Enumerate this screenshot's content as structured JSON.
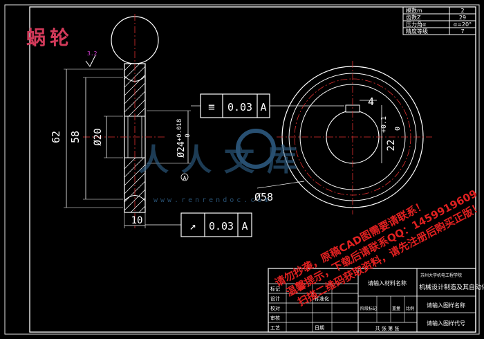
{
  "title_stamp": "蜗轮",
  "surface_finish": "3.2",
  "params": [
    {
      "label": "模数m",
      "value": "2"
    },
    {
      "label": "齿数Z",
      "value": "29"
    },
    {
      "label": "压力角α",
      "value": "α=20°"
    },
    {
      "label": "精度等级",
      "value": "7"
    }
  ],
  "dimensions": {
    "d62": "62",
    "d58": "58",
    "d20": "Ø20",
    "tol_upper": "+0.018",
    "tol_lower": "0",
    "d24": "Ø24",
    "w10": "10",
    "d58b": "Ø58",
    "k4": "4",
    "k22": "22",
    "k_tol": "+0.1",
    "k_tol2": "0"
  },
  "datum_label": "A",
  "frames": [
    {
      "symbol": "≡",
      "value": "0.03",
      "datum": "A"
    },
    {
      "symbol": "↗",
      "value": "0.03",
      "datum": "A"
    }
  ],
  "watermark": {
    "logo": "人人文库",
    "url": "www.renrendoc.com",
    "red_lines": [
      "请勿抄袭，原稿CAD图需要请联系！",
      "温馨提示，下载后请联系QQ：1459919609",
      "扫描二维码获取资料，请先注册后购买正版！"
    ]
  },
  "title_block": {
    "school": "苏州大学机电工程学院",
    "title": "机械设计制造及其自动化",
    "material": "请输入材料名称",
    "drawing_name": "请输入图样名称",
    "drawing_code": "请输入图样代号",
    "rows": [
      "标记",
      "设计",
      "校对",
      "审核",
      "工艺",
      "标准化",
      "日期"
    ],
    "cols": [
      "阶段标记",
      "重量",
      "比例"
    ],
    "sheet": "共  张  第  张"
  }
}
